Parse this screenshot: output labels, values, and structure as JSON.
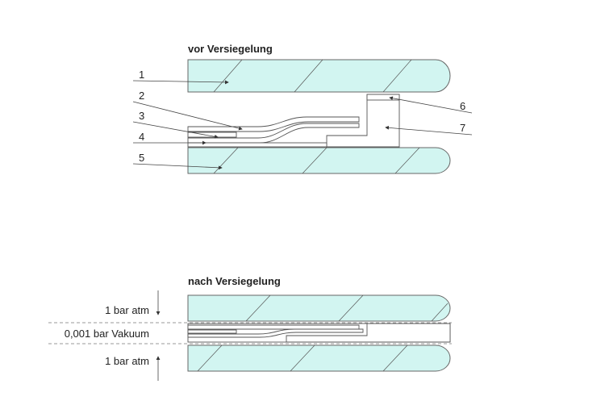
{
  "titles": {
    "before": "vor Versiegelung",
    "after": "nach Versiegelung"
  },
  "labels": [
    "1",
    "2",
    "3",
    "4",
    "5",
    "6",
    "7"
  ],
  "pressure": {
    "top": "1 bar atm",
    "middle": "0,001 bar Vakuum",
    "bottom": "1 bar atm"
  },
  "colors": {
    "glass": "#d2f5f1",
    "line": "#555555"
  }
}
